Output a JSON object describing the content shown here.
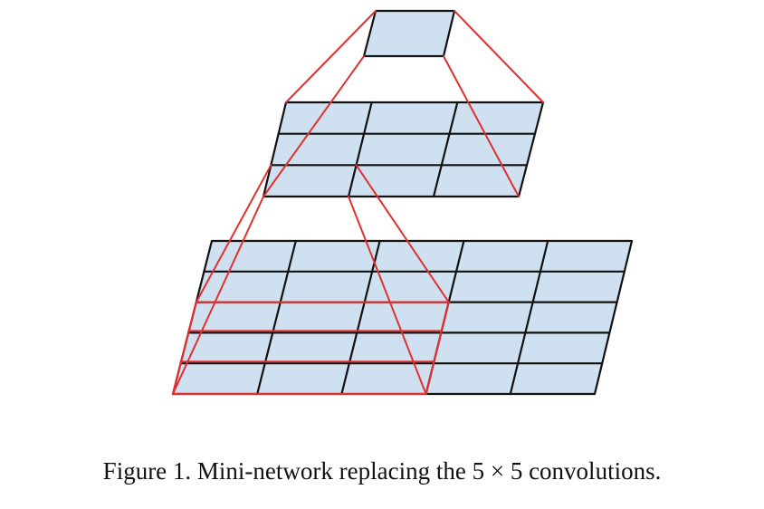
{
  "figure": {
    "caption": {
      "label": "Figure 1.",
      "text_before": "Mini-network replacing the",
      "math_a": "5",
      "times": "×",
      "math_b": "5",
      "text_after": "convolutions."
    },
    "colors": {
      "cell_fill": "#cfe0f1",
      "grid_stroke": "#111111",
      "receptive_field_stroke": "#e03030"
    },
    "layers": [
      {
        "name": "output-unit",
        "cols": 1,
        "rows": 1
      },
      {
        "name": "middle-layer-3x3",
        "cols": 3,
        "rows": 3
      },
      {
        "name": "input-layer-5x5",
        "cols": 5,
        "rows": 5
      }
    ]
  }
}
